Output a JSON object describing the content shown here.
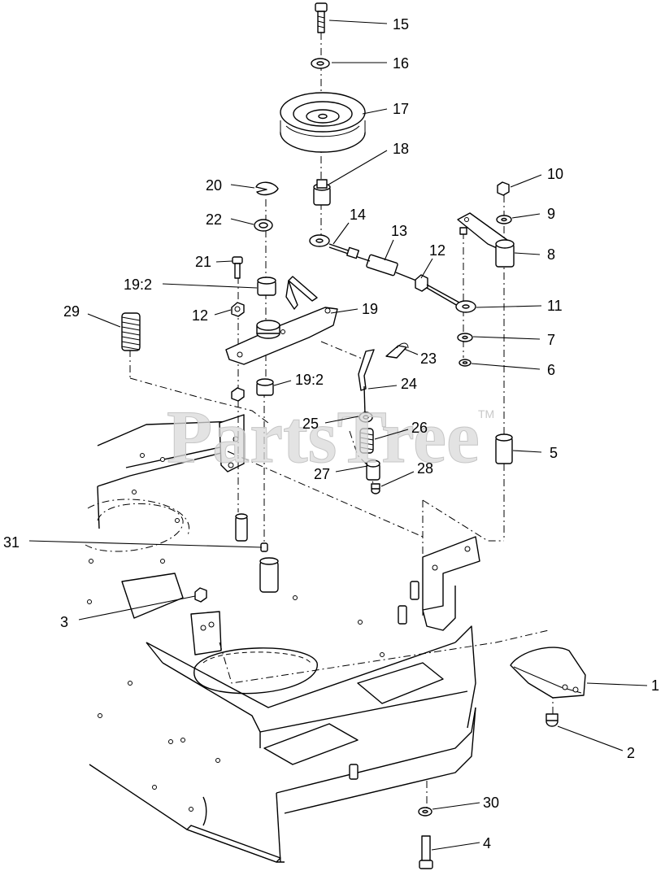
{
  "watermark": {
    "text": "PartsTree",
    "trademark": "TM"
  },
  "callouts": [
    {
      "label": "15"
    },
    {
      "label": "16"
    },
    {
      "label": "17"
    },
    {
      "label": "18"
    },
    {
      "label": "20"
    },
    {
      "label": "22"
    },
    {
      "label": "14"
    },
    {
      "label": "13"
    },
    {
      "label": "12"
    },
    {
      "label": "10"
    },
    {
      "label": "9"
    },
    {
      "label": "8"
    },
    {
      "label": "21"
    },
    {
      "label": "19:2"
    },
    {
      "label": "12"
    },
    {
      "label": "29"
    },
    {
      "label": "19"
    },
    {
      "label": "11"
    },
    {
      "label": "7"
    },
    {
      "label": "23"
    },
    {
      "label": "6"
    },
    {
      "label": "24"
    },
    {
      "label": "19:2"
    },
    {
      "label": "25"
    },
    {
      "label": "26"
    },
    {
      "label": "5"
    },
    {
      "label": "27"
    },
    {
      "label": "28"
    },
    {
      "label": "31"
    },
    {
      "label": "3"
    },
    {
      "label": "1"
    },
    {
      "label": "2"
    },
    {
      "label": "30"
    },
    {
      "label": "4"
    }
  ]
}
